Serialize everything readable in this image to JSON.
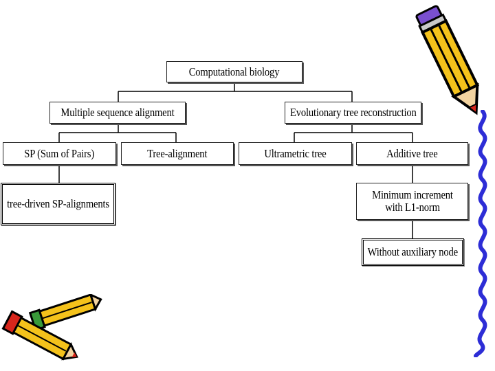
{
  "diagram": {
    "root": "Computational biology",
    "branch_left": "Multiple sequence alignment",
    "branch_right": "Evolutionary tree reconstruction",
    "leaf_sp": "SP (Sum of Pairs)",
    "leaf_tree_alignment": "Tree-alignment",
    "leaf_ultrametric": "Ultrametric tree",
    "leaf_additive": "Additive tree",
    "leaf_tree_driven": "tree-driven SP-alignments",
    "leaf_minimum_increment": "Minimum increment with L1-norm",
    "leaf_without_aux": "Without auxiliary node"
  },
  "colors": {
    "pencil_yellow": "#f4c21b",
    "pencil_red": "#d8261c",
    "pencil_green": "#3a9a3a",
    "squiggle_blue": "#2d2dd6"
  },
  "icons": [
    "pencil-icon",
    "crossed-pencils-icon",
    "squiggle-border-icon"
  ]
}
